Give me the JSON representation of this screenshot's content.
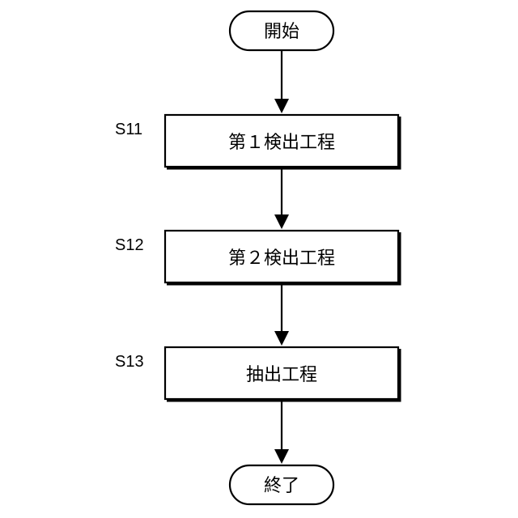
{
  "diagram": {
    "start": {
      "label": "開始"
    },
    "steps": [
      {
        "id": "S11",
        "label": "第１検出工程"
      },
      {
        "id": "S12",
        "label": "第２検出工程"
      },
      {
        "id": "S13",
        "label": "抽出工程"
      }
    ],
    "end": {
      "label": "終了"
    }
  }
}
